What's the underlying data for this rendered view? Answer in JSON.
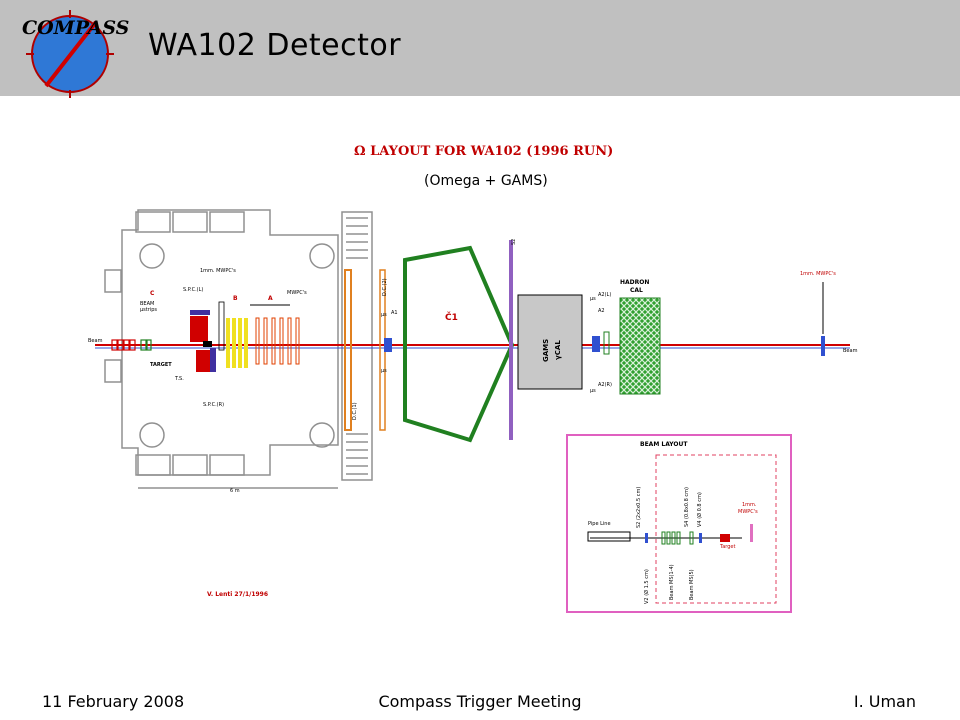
{
  "header": {
    "logo_text": "COMPASS",
    "title": "WA102 Detector"
  },
  "diagram": {
    "heading": "Ω  LAYOUT FOR WA102 (1996 RUN)",
    "subheading": "(Omega + GAMS)",
    "beam_left": "Beam",
    "beam_right": "Beam",
    "beam_bstrips": "BEAM",
    "beam_bstrips2": "µstrips",
    "label_c": "C",
    "label_b": "B",
    "label_a": "A",
    "label_1mm_mwpc": "1mm. MWPC's",
    "label_mwpcs": "MWPC's",
    "label_spc_l": "S.P.C.(L)",
    "label_spc_r": "S.P.C.(R)",
    "label_target": "TARGET",
    "label_ts": "T.S.",
    "label_dc2": "D.C.(2)",
    "label_dc1": "D.C.(1)",
    "label_a1": "A1",
    "label_mu_top": "µs",
    "label_mu_bot": "µs",
    "label_c1": "Č1",
    "label_s2": "S2",
    "label_gams": "GAMS",
    "label_gcal": "γCAL",
    "label_a2l": "A2(L)",
    "label_a2": "A2",
    "label_a2r": "A2(R)",
    "label_mu_r1": "µs",
    "label_mu_r2": "µs",
    "label_hadron": "HADRON",
    "label_cal": "CAL",
    "label_1mm_right": "1mm. MWPC's",
    "label_6m": "6 m",
    "credit": "V. Lenti 27/1/1996",
    "inset_title": "BEAM LAYOUT",
    "inset_pipe": "Pipe Line",
    "inset_target": "Target",
    "inset_1mm": "1mm.",
    "inset_mwpcs": "MWPC's",
    "inset_v2": "V2 (Ø 1.5 cm)",
    "inset_s2": "S2 (2x2x0.5 cm)",
    "inset_beam_ms": "Beam MS(1-4)",
    "inset_beam_ms2": "Beam MS(5)",
    "inset_s4": "S4 (0.8x0.8 cm)",
    "inset_v4": "V4 (Ø 0.8 cm)"
  },
  "footer": {
    "date": "11 February 2008",
    "meeting": "Compass Trigger Meeting",
    "author": "I. Uman"
  }
}
